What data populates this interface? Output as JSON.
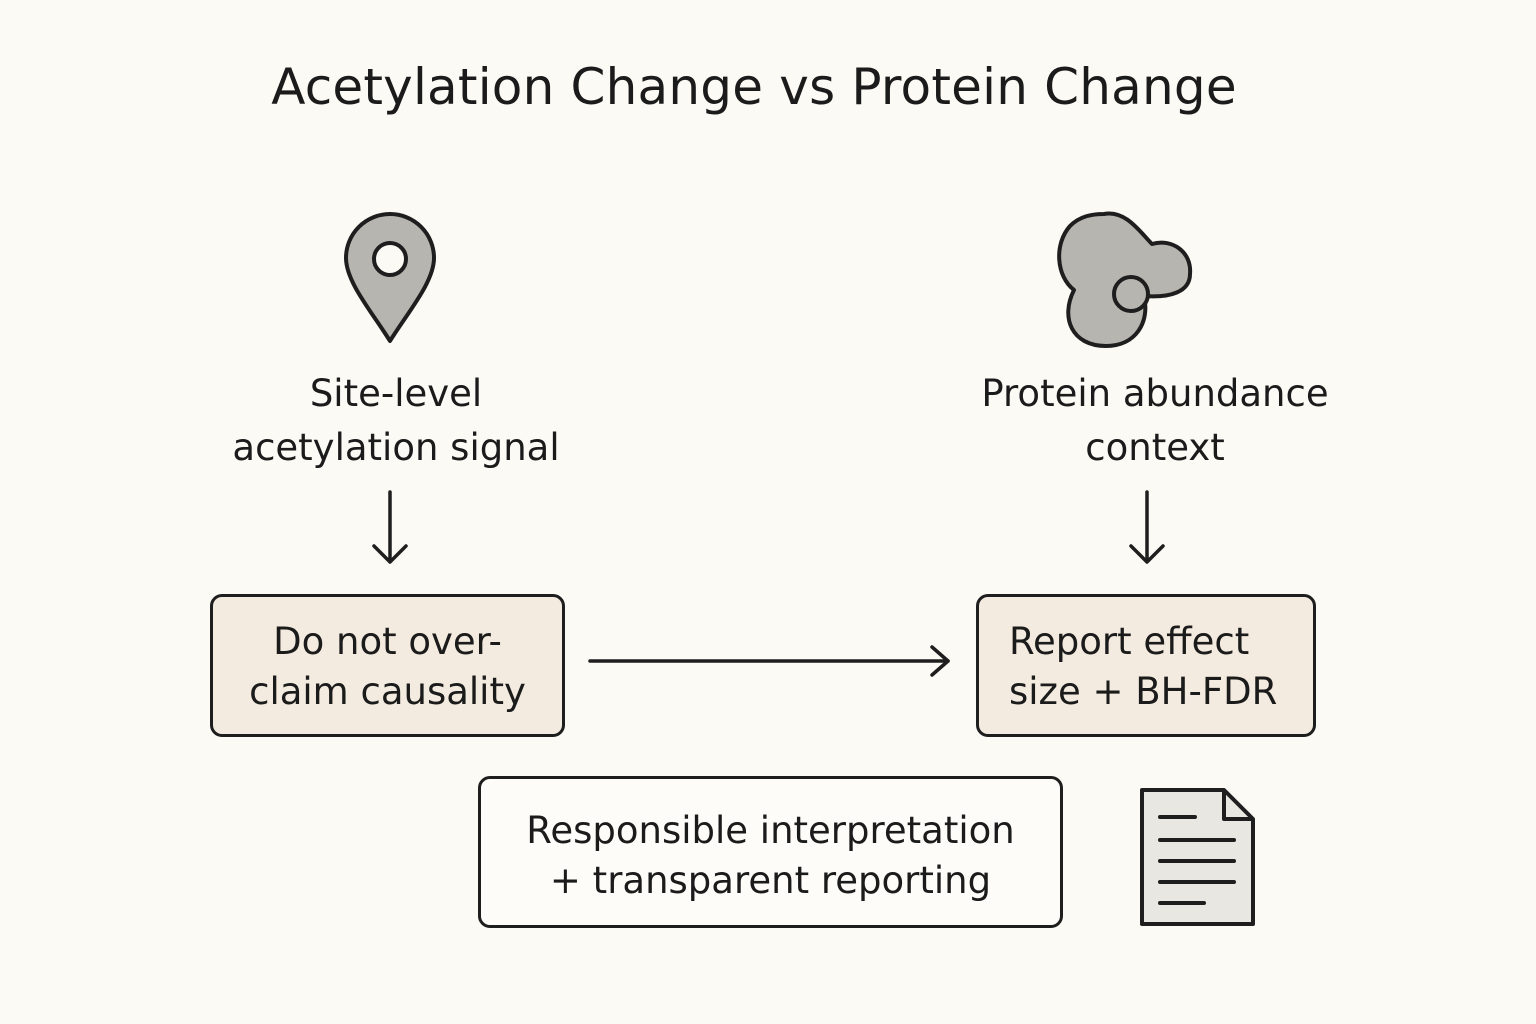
{
  "title": "Acetylation Change vs Protein Change",
  "left_column": {
    "icon": "location-pin-icon",
    "caption_lines": [
      "Site-level",
      "acetylation signal"
    ],
    "box_lines": [
      "Do not over-",
      "claim causality"
    ]
  },
  "right_column": {
    "icon": "protein-blob-icon",
    "caption_lines": [
      "Protein abundance",
      "context"
    ],
    "box_lines": [
      "Report effect",
      "size + BH-FDR"
    ]
  },
  "bottom": {
    "box_lines": [
      "Responsible interpretation",
      "+ transparent reporting"
    ],
    "icon": "document-icon"
  },
  "colors": {
    "background": "#fbfaf5",
    "box_fill": "#f3ebdf",
    "icon_fill": "#b6b5b0",
    "stroke": "#1e1e1e"
  }
}
